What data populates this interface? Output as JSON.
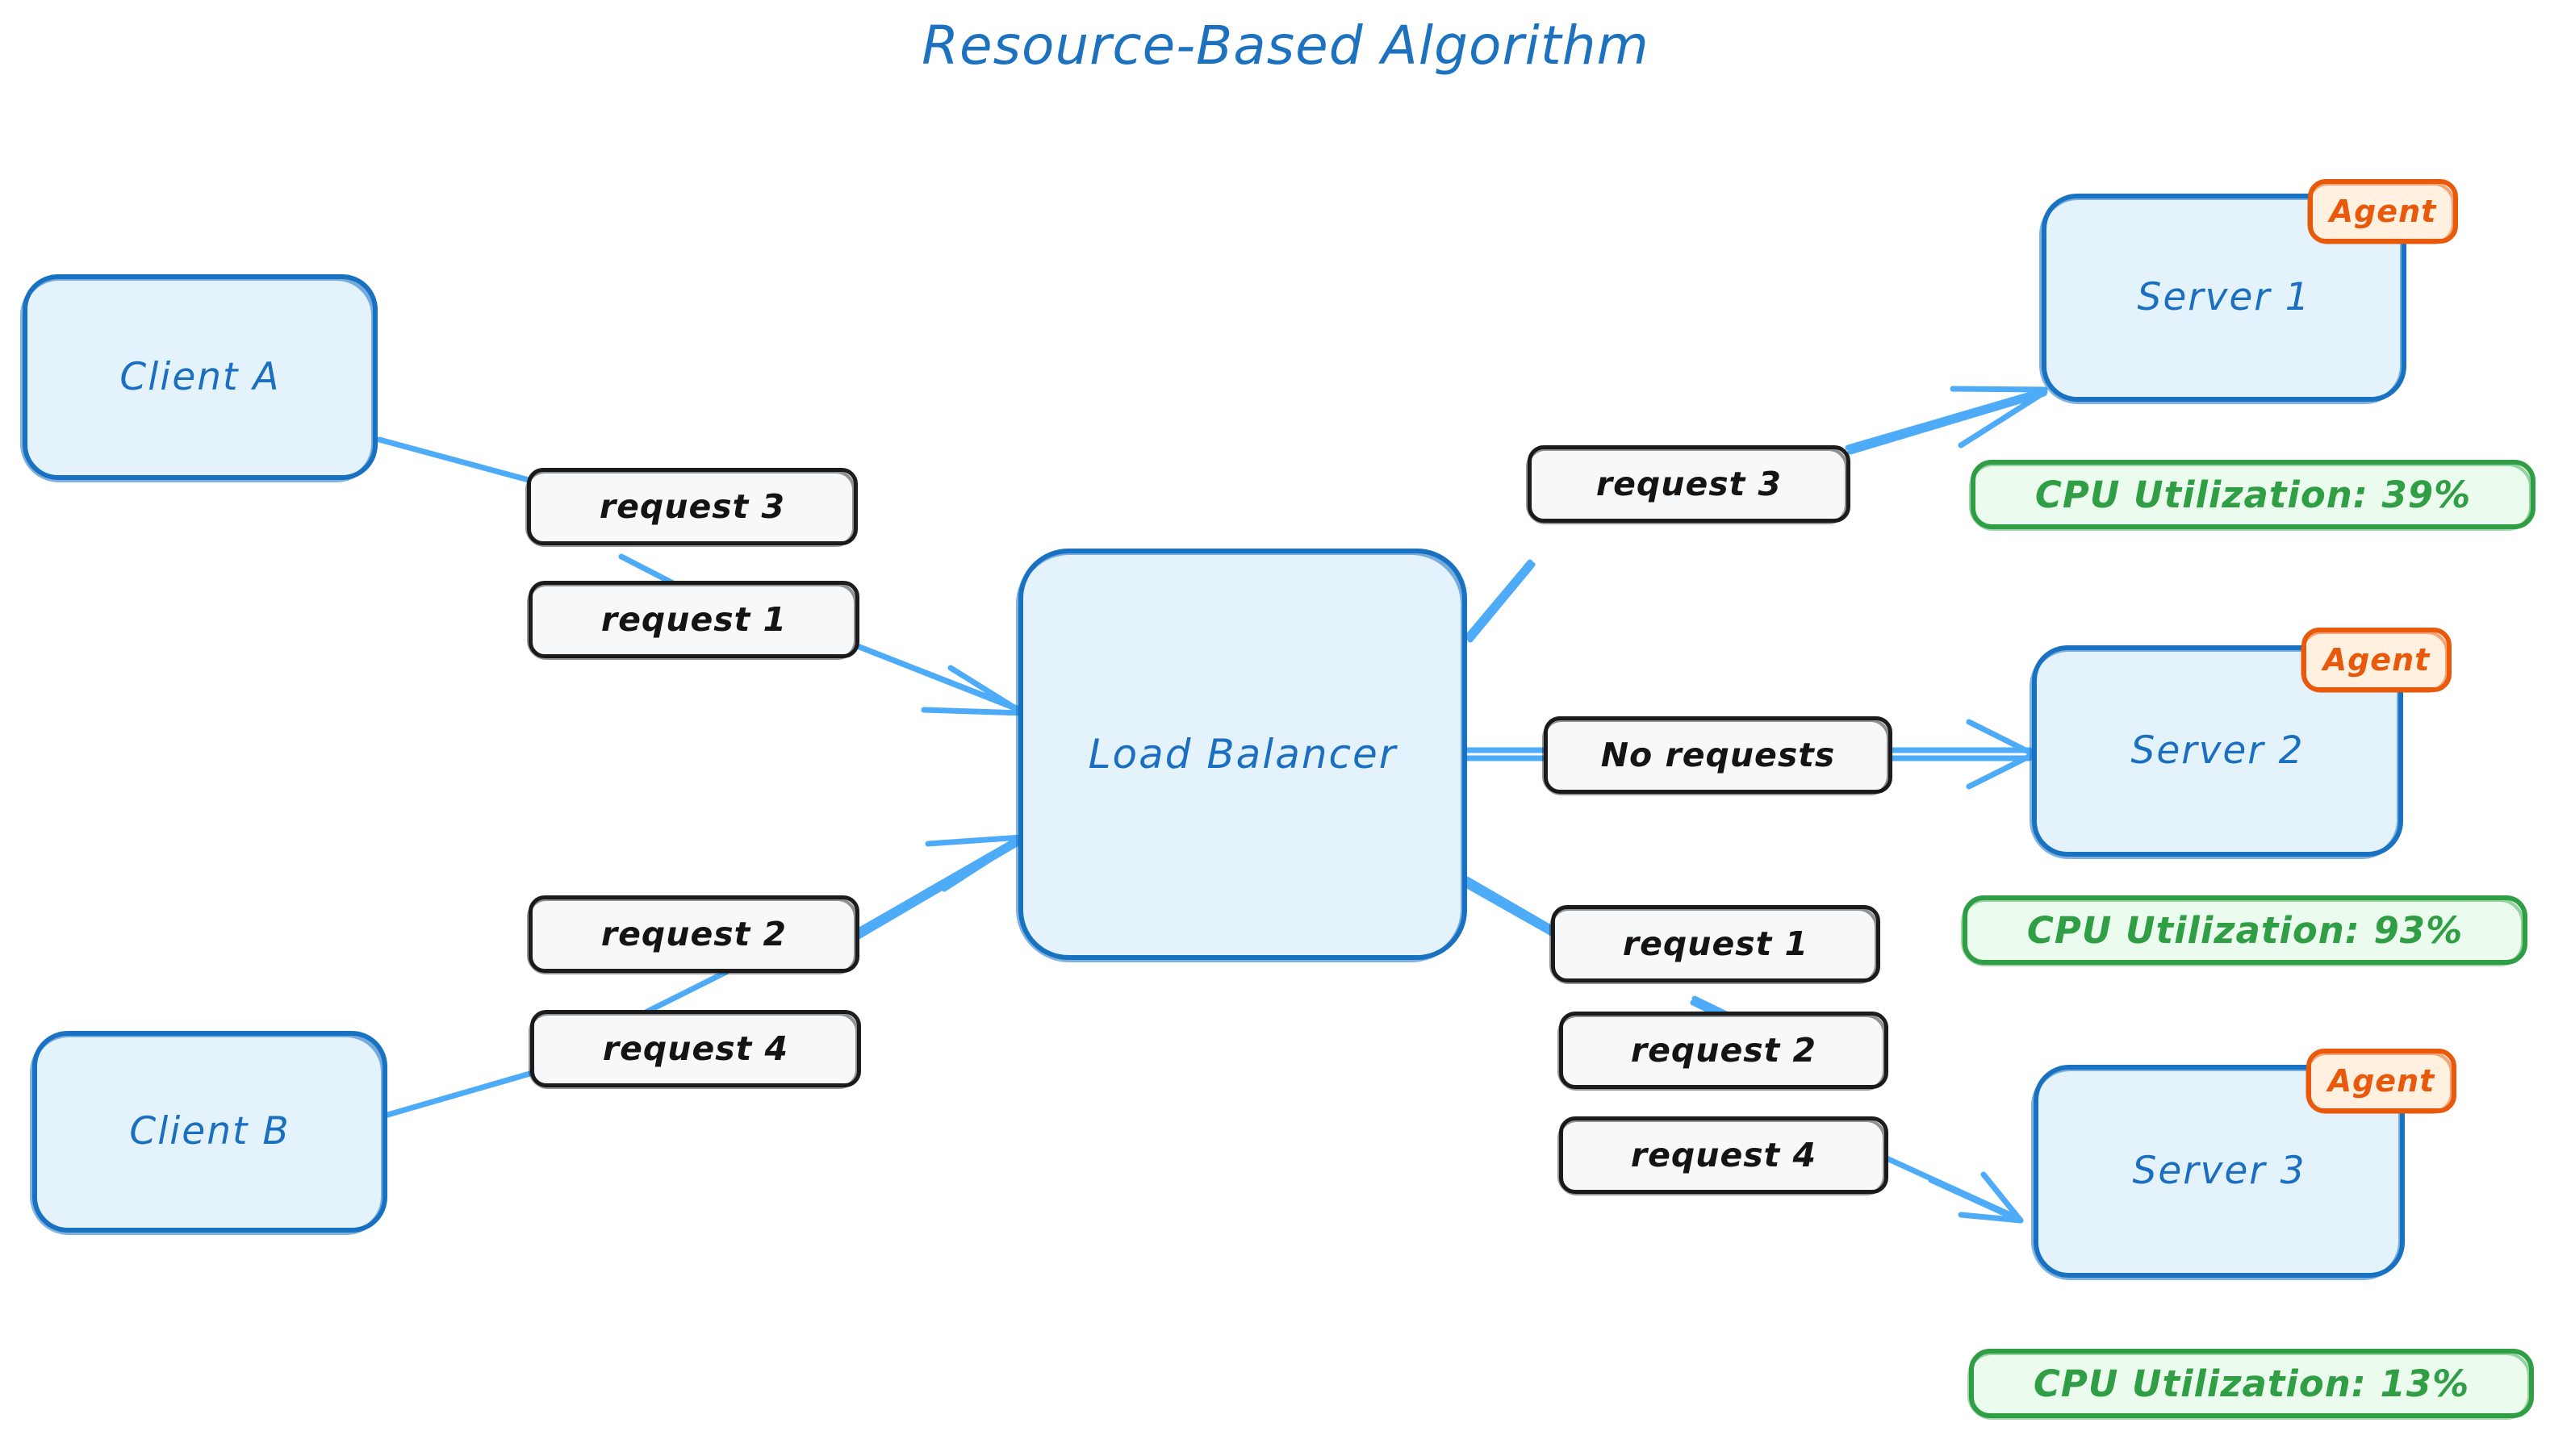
{
  "diagram": {
    "title": "Resource-Based Algorithm",
    "type": "flowchart",
    "colors": {
      "node_border": "#1971c2",
      "node_fill": "#e4f2fc",
      "node_text": "#1b6fc0",
      "edge": "#4dabf7",
      "label_border": "#1d1d1d",
      "label_fill": "#f6f8fa",
      "agent_border": "#e8590c",
      "agent_fill": "#fff0e0",
      "cpu_border": "#2f9e44",
      "cpu_fill": "#ebfbee",
      "background": "#ffffff"
    }
  },
  "nodes": {
    "client_a": "Client A",
    "client_b": "Client B",
    "load_balancer": "Load Balancer",
    "server_1": "Server 1",
    "server_2": "Server 2",
    "server_3": "Server 3"
  },
  "agents": {
    "server_1": "Agent",
    "server_2": "Agent",
    "server_3": "Agent"
  },
  "metrics": {
    "server_1_cpu": "CPU Utilization: 39%",
    "server_2_cpu": "CPU Utilization: 93%",
    "server_3_cpu": "CPU Utilization: 13%"
  },
  "edge_labels": {
    "client_a_to_lb": [
      "request 3",
      "request 1"
    ],
    "client_b_to_lb": [
      "request 2",
      "request 4"
    ],
    "lb_to_server_1": [
      "request 3"
    ],
    "lb_to_server_2": [
      "No requests"
    ],
    "lb_to_server_3": [
      "request 1",
      "request 2",
      "request 4"
    ]
  },
  "edges": [
    {
      "from": "Client A",
      "to": "Load Balancer",
      "labels": [
        "request 3",
        "request 1"
      ]
    },
    {
      "from": "Client B",
      "to": "Load Balancer",
      "labels": [
        "request 2",
        "request 4"
      ]
    },
    {
      "from": "Load Balancer",
      "to": "Server 1",
      "labels": [
        "request 3"
      ]
    },
    {
      "from": "Load Balancer",
      "to": "Server 2",
      "labels": [
        "No requests"
      ]
    },
    {
      "from": "Load Balancer",
      "to": "Server 3",
      "labels": [
        "request 1",
        "request 2",
        "request 4"
      ]
    }
  ]
}
